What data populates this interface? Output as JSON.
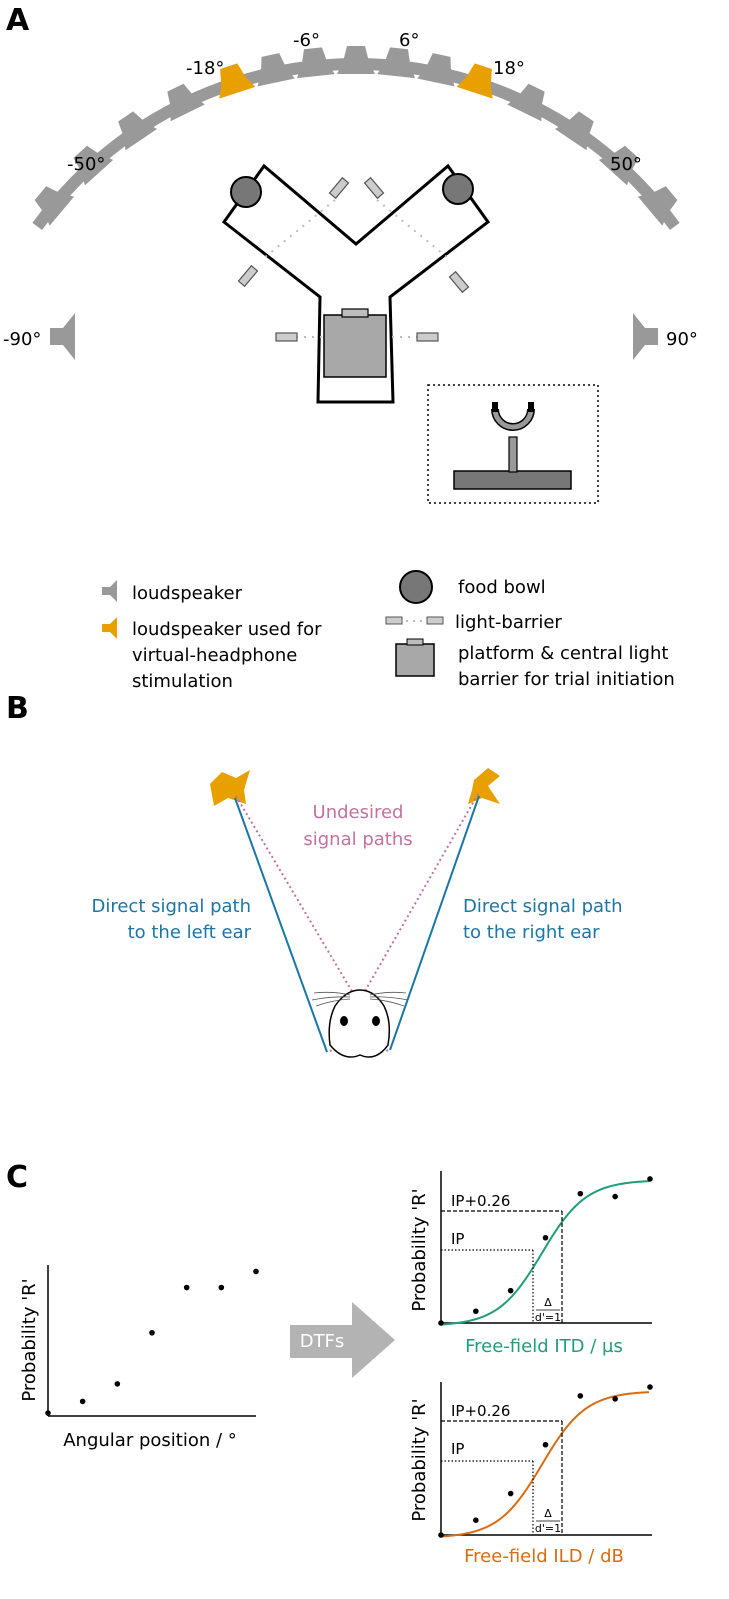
{
  "panel_a": {
    "letter": "A",
    "angle_labels": [
      "-90°",
      "-50°",
      "-18°",
      "-6°",
      "6°",
      "18°",
      "50°",
      "90°"
    ],
    "legend": {
      "loudspeaker": "loudspeaker",
      "loudspeaker_used_line1": "loudspeaker used for",
      "loudspeaker_used_line2": "virtual-headphone",
      "loudspeaker_used_line3": "stimulation",
      "food_bowl": "food bowl",
      "light_barrier": "light-barrier",
      "platform_line1": "platform & central light",
      "platform_line2": "barrier for trial initiation"
    }
  },
  "panel_b": {
    "letter": "B",
    "undesired_line1": "Undesired",
    "undesired_line2": "signal paths",
    "left_line1": "Direct signal path",
    "left_line2": "to the left ear",
    "right_line1": "Direct signal path",
    "right_line2": "to the right ear"
  },
  "panel_c": {
    "letter": "C",
    "arrow_label": "DTFs",
    "left_plot": {
      "ylabel": "Probability 'R'",
      "xlabel": "Angular position / °",
      "points": [
        0.02,
        0.1,
        0.22,
        0.57,
        0.88,
        0.88,
        0.99
      ]
    },
    "itd_plot": {
      "ylabel": "Probability 'R'",
      "xlabel": "Free-field ITD / µs",
      "ip_label": "IP",
      "ip_plus_label": "IP+0.26",
      "delta_label": "Δ",
      "dprime_label": "d'=1",
      "points": [
        0.0,
        0.08,
        0.22,
        0.58,
        0.88,
        0.86,
        0.98
      ]
    },
    "ild_plot": {
      "ylabel": "Probability 'R'",
      "xlabel": "Free-field ILD / dB",
      "ip_label": "IP",
      "ip_plus_label": "IP+0.26",
      "delta_label": "Δ",
      "dprime_label": "d'=1",
      "points": [
        0.0,
        0.1,
        0.28,
        0.61,
        0.94,
        0.92,
        1.0
      ]
    }
  },
  "colors": {
    "gray_speaker": "#999999",
    "orange": "#e8a000",
    "blue": "#1a75a8",
    "pink": "#c471a0",
    "green": "#1f9e77",
    "orange_curve": "#d96c12",
    "arrow_gray": "#b3b3b3",
    "bowl": "#777777"
  }
}
